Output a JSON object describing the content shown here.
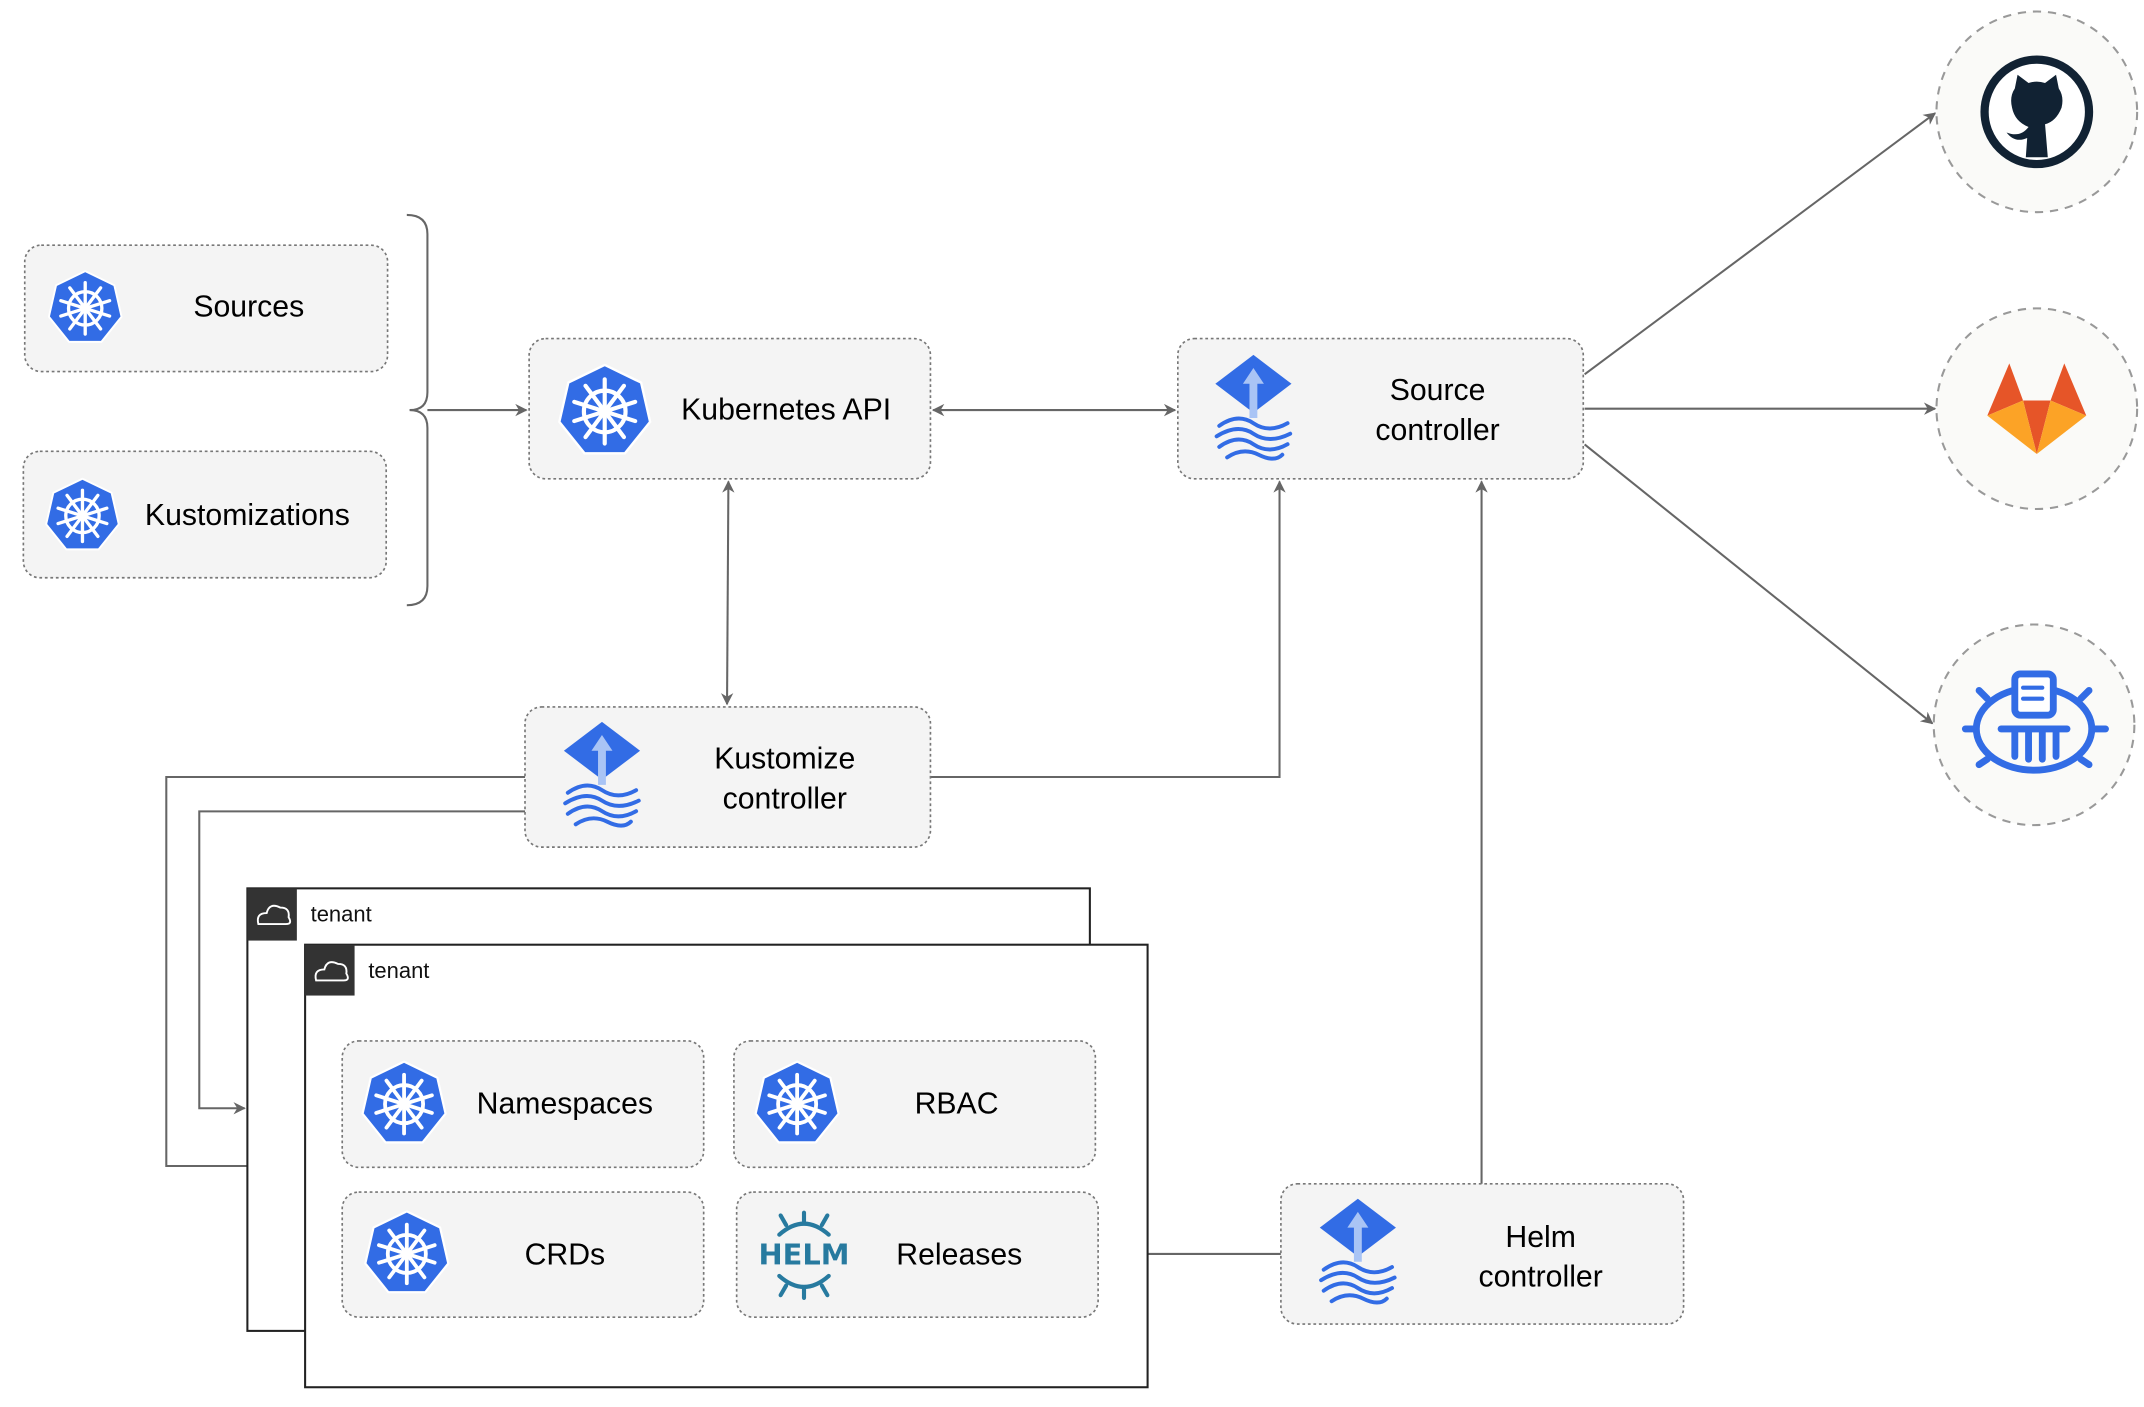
{
  "nodes": {
    "sources": {
      "label": "Sources",
      "icon": "kubernetes-icon"
    },
    "kustomizations": {
      "label": "Kustomizations",
      "icon": "kubernetes-icon"
    },
    "kubernetes_api": {
      "label": "Kubernetes API",
      "icon": "kubernetes-icon"
    },
    "source_controller": {
      "line1": "Source",
      "line2": "controller",
      "icon": "flux-icon"
    },
    "kustomize_controller": {
      "line1": "Kustomize",
      "line2": "controller",
      "icon": "flux-icon"
    },
    "helm_controller": {
      "line1": "Helm",
      "line2": "controller",
      "icon": "flux-icon"
    },
    "namespaces": {
      "label": "Namespaces",
      "icon": "kubernetes-icon"
    },
    "rbac": {
      "label": "RBAC",
      "icon": "kubernetes-icon"
    },
    "crds": {
      "label": "CRDs",
      "icon": "kubernetes-icon"
    },
    "releases": {
      "label": "Releases",
      "icon": "helm-icon",
      "logo_text": "HELM"
    }
  },
  "tenants": [
    {
      "label": "tenant",
      "icon": "cloud-icon"
    },
    {
      "label": "tenant",
      "icon": "cloud-icon"
    }
  ],
  "external_sources": [
    {
      "icon": "github-icon"
    },
    {
      "icon": "gitlab-icon"
    },
    {
      "icon": "bucket-icon"
    }
  ],
  "colors": {
    "kubernetes_blue": "#326ce5",
    "edge": "#666666",
    "box_fill": "#f4f4f4",
    "helm_blue": "#277a9f",
    "github_dark": "#112233",
    "gitlab_orange": "#e65528",
    "gitlab_yellow": "#fca326"
  }
}
